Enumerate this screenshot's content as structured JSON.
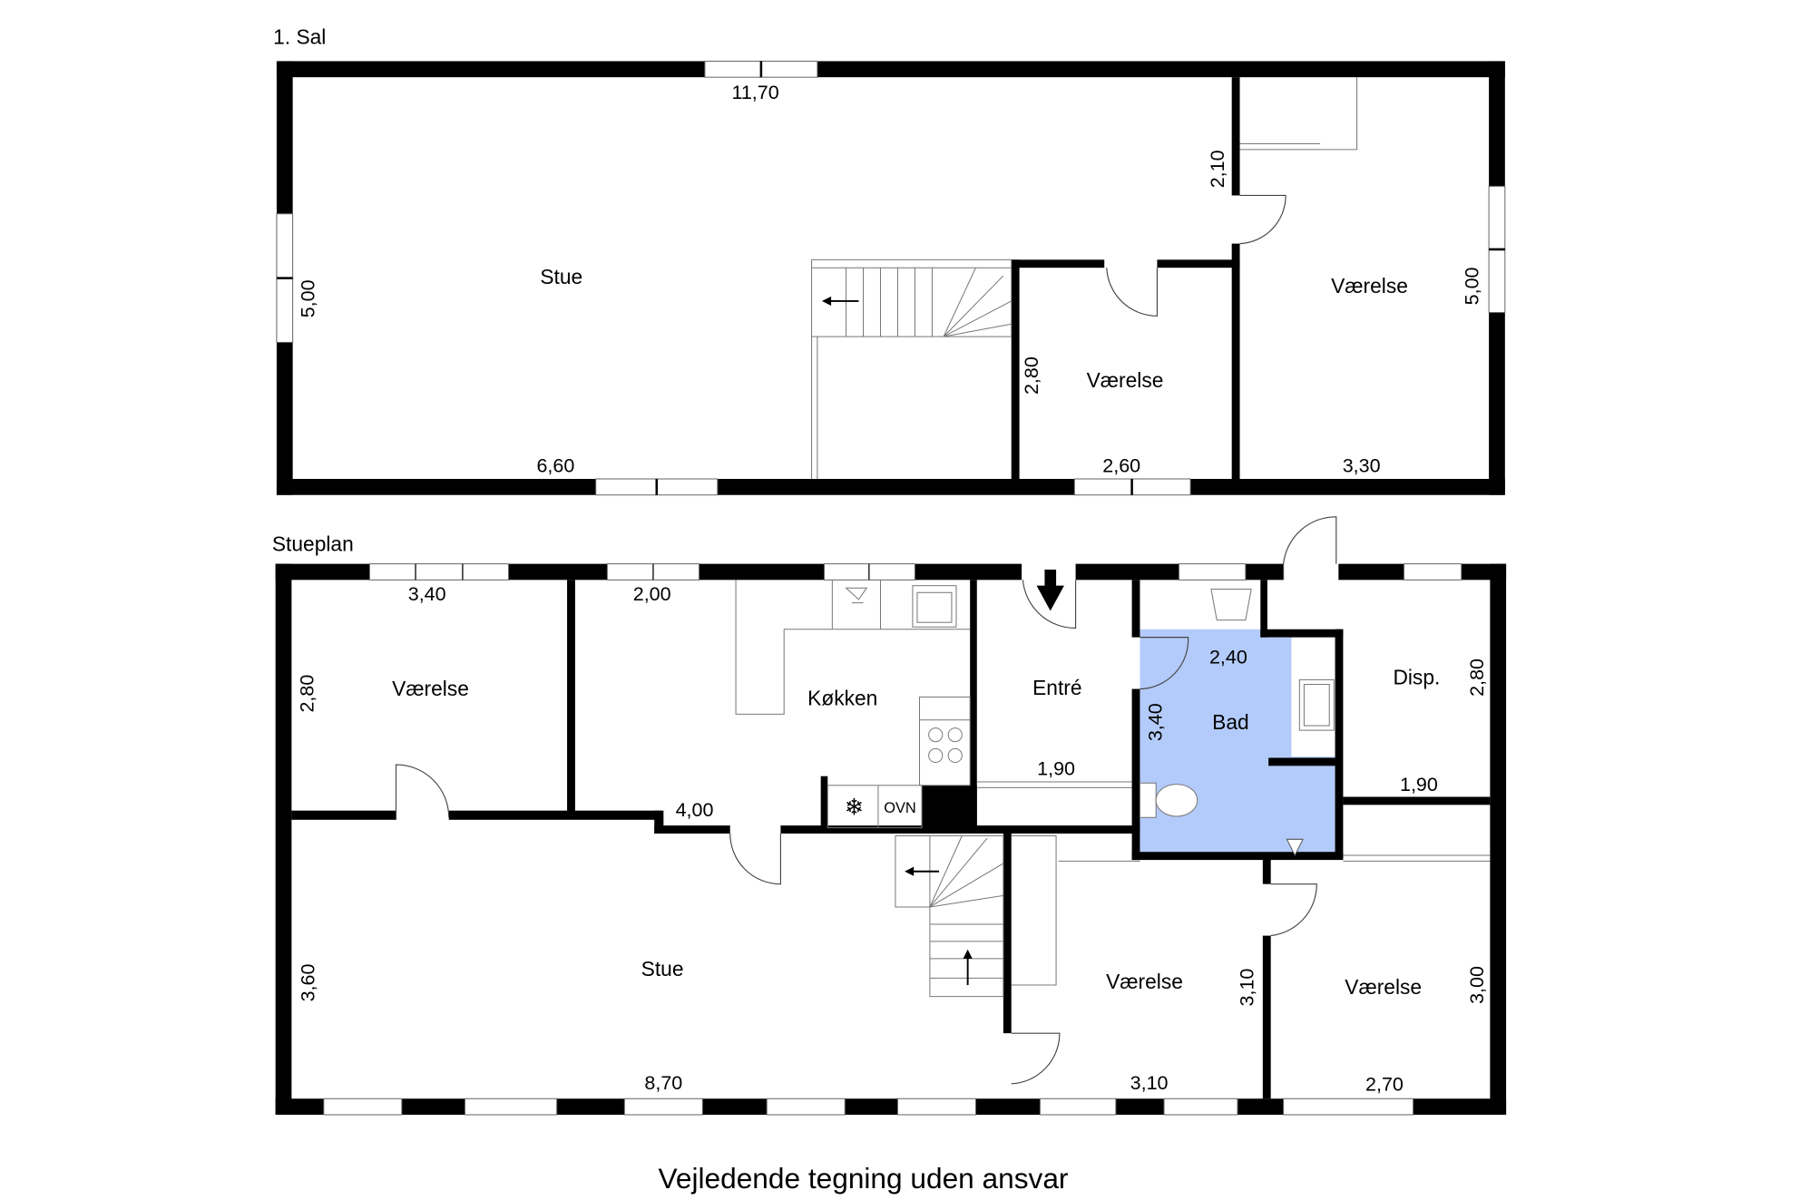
{
  "floors": [
    {
      "title": "1. Sal",
      "rooms": [
        {
          "name": "Stue"
        },
        {
          "name": "Værelse"
        },
        {
          "name": "Værelse"
        }
      ],
      "dimensions": [
        "11,70",
        "2,10",
        "5,00",
        "5,00",
        "2,80",
        "6,60",
        "2,60",
        "3,30"
      ]
    },
    {
      "title": "Stueplan",
      "rooms": [
        {
          "name": "Værelse"
        },
        {
          "name": "Køkken"
        },
        {
          "name": "Entré"
        },
        {
          "name": "Bad"
        },
        {
          "name": "Disp."
        },
        {
          "name": "Stue"
        },
        {
          "name": "Værelse"
        },
        {
          "name": "Værelse"
        }
      ],
      "dimensions": [
        "3,40",
        "2,00",
        "2,80",
        "4,00",
        "1,90",
        "2,40",
        "3,40",
        "2,80",
        "1,90",
        "3,60",
        "8,70",
        "3,10",
        "3,10",
        "2,70",
        "3,00"
      ],
      "appliance_labels": {
        "oven": "OVN"
      }
    }
  ],
  "footer": "Vejledende tegning uden ansvar",
  "colors": {
    "wall": "#000000",
    "bathroom": "#b3cbfa"
  }
}
